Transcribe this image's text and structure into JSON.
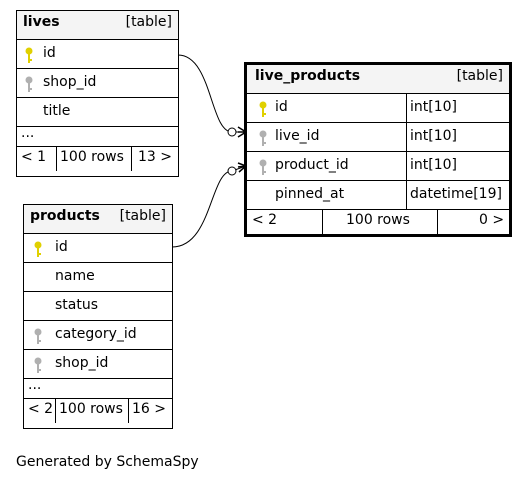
{
  "tables": {
    "lives": {
      "name": "lives",
      "kind": "[table]",
      "columns": [
        {
          "name": "id",
          "key": "primary"
        },
        {
          "name": "shop_id",
          "key": "foreign"
        },
        {
          "name": "title",
          "key": "none"
        }
      ],
      "ellipsis": "...",
      "footer": {
        "prev": "< 1",
        "rows": "100 rows",
        "next": "13 >"
      }
    },
    "live_products": {
      "name": "live_products",
      "kind": "[table]",
      "columns": [
        {
          "name": "id",
          "type": "int[10]",
          "key": "primary"
        },
        {
          "name": "live_id",
          "type": "int[10]",
          "key": "foreign"
        },
        {
          "name": "product_id",
          "type": "int[10]",
          "key": "foreign"
        },
        {
          "name": "pinned_at",
          "type": "datetime[19]",
          "key": "none"
        }
      ],
      "footer": {
        "prev": "< 2",
        "rows": "100 rows",
        "next": "0 >"
      }
    },
    "products": {
      "name": "products",
      "kind": "[table]",
      "columns": [
        {
          "name": "id",
          "key": "primary"
        },
        {
          "name": "name",
          "key": "none"
        },
        {
          "name": "status",
          "key": "none"
        },
        {
          "name": "category_id",
          "key": "foreign"
        },
        {
          "name": "shop_id",
          "key": "foreign"
        }
      ],
      "ellipsis": "...",
      "footer": {
        "prev": "< 2",
        "rows": "100 rows",
        "next": "16 >"
      }
    }
  },
  "colors": {
    "primary_key": "#e0d000",
    "foreign_key": "#b0b0b0",
    "header_bg": "#f4f4f4"
  },
  "footer_text": "Generated by SchemaSpy"
}
